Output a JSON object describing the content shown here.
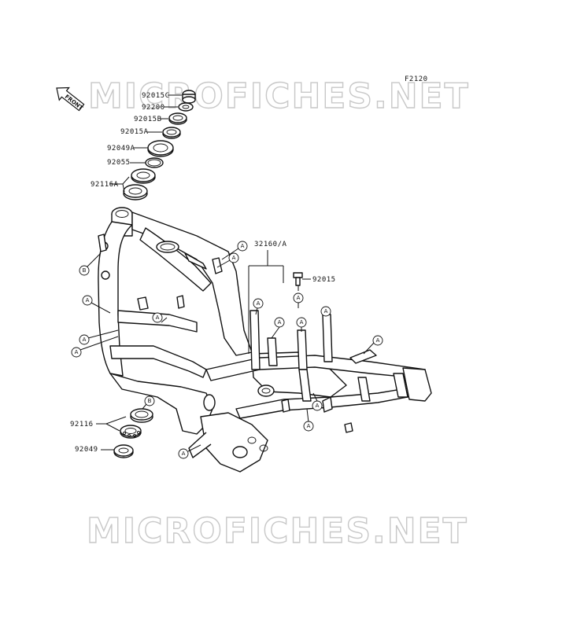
{
  "diagram_code": "F2120",
  "watermark": "MICROFICHES.NET",
  "front_label": "FRONT",
  "parts": [
    {
      "id": "p-92015c",
      "label": "92015C"
    },
    {
      "id": "p-92200",
      "label": "92200"
    },
    {
      "id": "p-92015b",
      "label": "92015B"
    },
    {
      "id": "p-92015a",
      "label": "92015A"
    },
    {
      "id": "p-92049a",
      "label": "92049A"
    },
    {
      "id": "p-92055",
      "label": "92055"
    },
    {
      "id": "p-92116a",
      "label": "92116A"
    },
    {
      "id": "p-32160a",
      "label": "32160/A"
    },
    {
      "id": "p-92015",
      "label": "92015"
    },
    {
      "id": "p-92116",
      "label": "92116"
    },
    {
      "id": "p-92049",
      "label": "92049"
    }
  ],
  "callouts": {
    "a": "A",
    "b": "B"
  }
}
